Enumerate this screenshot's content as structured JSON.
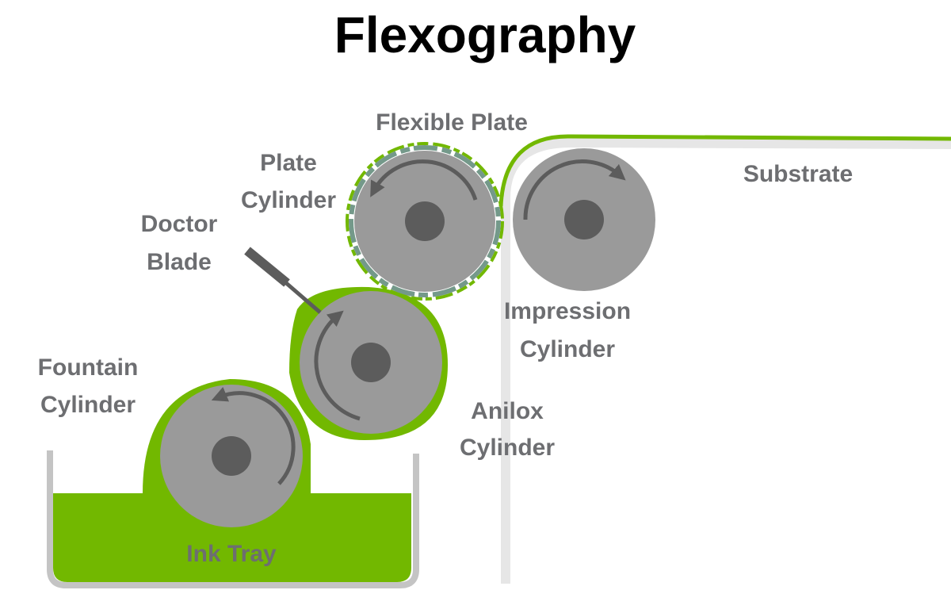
{
  "title": "Flexography",
  "colors": {
    "ink": "#72b800",
    "cylinder": "#9a9a9a",
    "hub": "#5c5c5c",
    "arrow": "#5c5c5c",
    "tray_wall": "#c4c4c4",
    "substrate": "#e6e6e6",
    "plate": "#74998a",
    "label": "#6d6e71"
  },
  "labels": {
    "flexible_plate": "Flexible Plate",
    "plate_cylinder": [
      "Plate",
      "Cylinder"
    ],
    "doctor_blade": [
      "Doctor",
      "Blade"
    ],
    "fountain_cylinder": [
      "Fountain",
      "Cylinder"
    ],
    "anilox_cylinder": [
      "Anilox",
      "Cylinder"
    ],
    "impression_cylinder": [
      "Impression",
      "Cylinder"
    ],
    "substrate": "Substrate",
    "ink_tray": "Ink Tray"
  },
  "rotation": {
    "plate_cylinder": "counter-clockwise",
    "impression_cylinder": "clockwise",
    "anilox_cylinder": "clockwise",
    "fountain_cylinder": "counter-clockwise"
  }
}
